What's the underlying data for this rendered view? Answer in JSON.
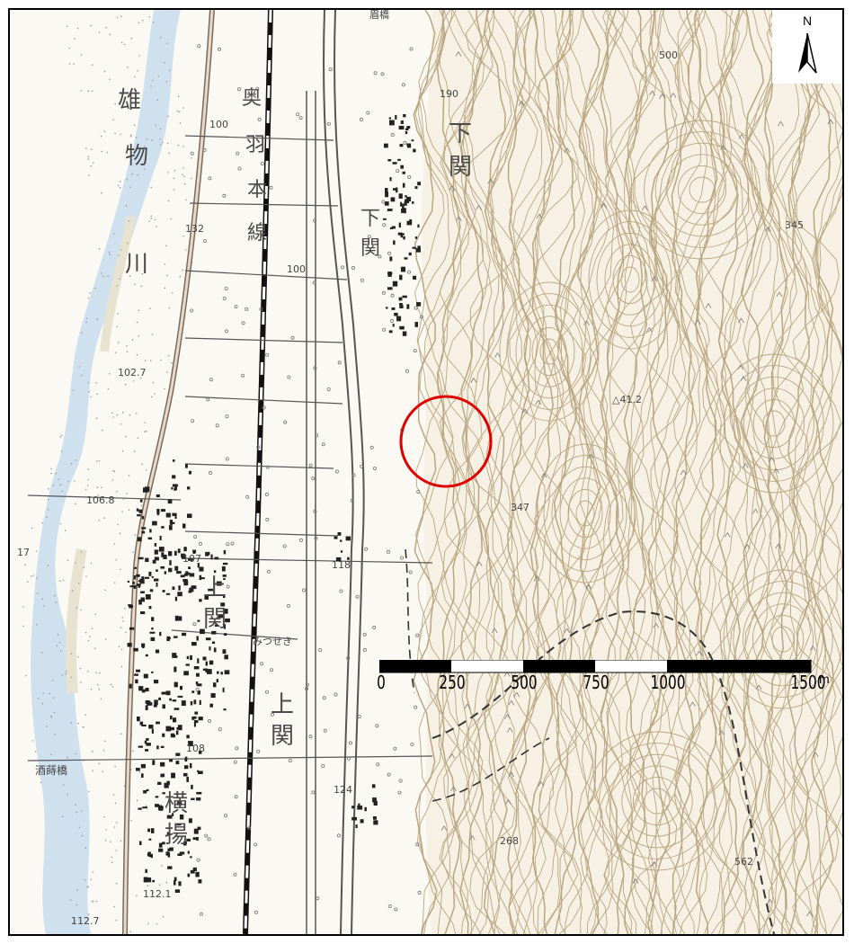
{
  "north_arrow": {
    "letter": "N",
    "icon": "north-arrow-icon"
  },
  "scale_bar": {
    "labels": [
      "0",
      "250",
      "500",
      "750",
      "1000",
      "1500"
    ],
    "unit": "m"
  },
  "place_names": {
    "shimoseki_1": "下",
    "shimoseki_2": "関",
    "shimoseki_v1": "下",
    "shimoseki_v2": "関",
    "kamiseki_1": "上",
    "kamiseki_2": "関",
    "kamiseki_b1": "上",
    "kamiseki_b2": "関",
    "yokoage_1": "横",
    "yokoage_2": "揚",
    "ou_line_1": "奥",
    "ou_line_2": "羽",
    "ou_line_3": "本",
    "ou_line_4": "線",
    "omono_1": "雄",
    "omono_2": "物",
    "omono_3": "川",
    "mitsuseki": "みつせき",
    "bridge_bottom": "酒蒔橋",
    "bridge_top": "眉橋"
  },
  "elevations": {
    "e190": "190",
    "e345": "345",
    "e100a": "100",
    "e100b": "100",
    "e132": "132",
    "e1027": "102.7",
    "e1068": "106.8",
    "e107": "107",
    "e118": "118",
    "e108": "108",
    "e124": "124",
    "e347": "347",
    "e268": "268",
    "e1121": "112.1",
    "e1127": "112.7",
    "e562": "562",
    "e4112": "△41.2",
    "e17": "17",
    "e500": "500"
  },
  "highlight": {
    "color": "#e00000"
  }
}
